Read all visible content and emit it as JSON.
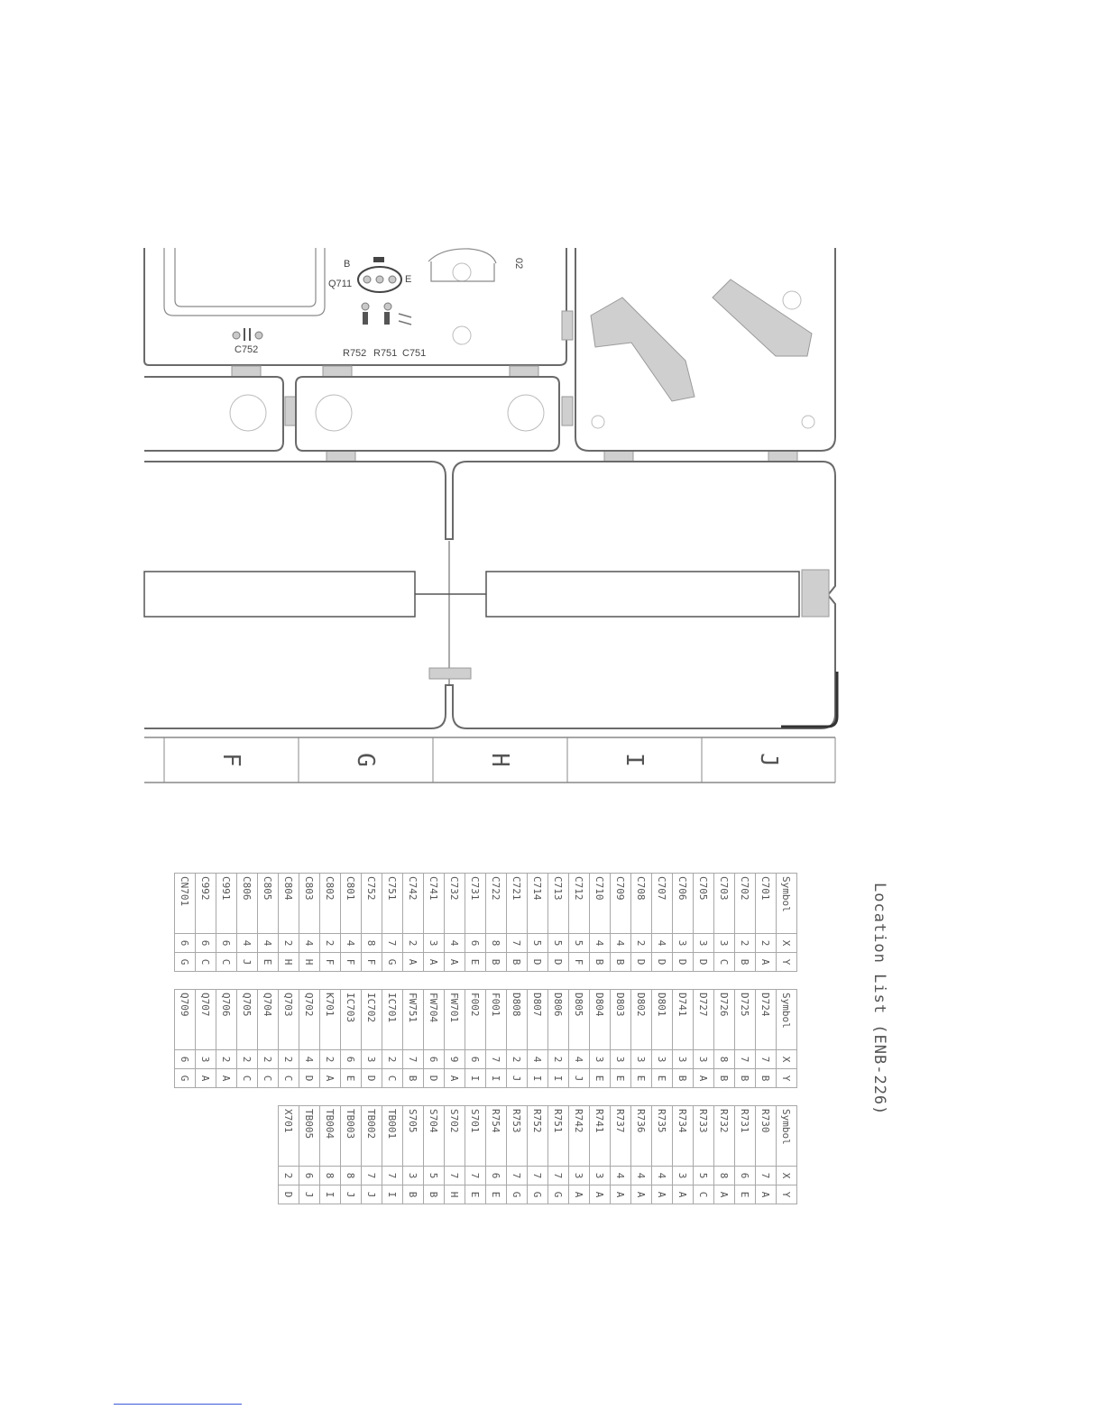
{
  "board": {
    "labels": {
      "b": "B",
      "e": "E",
      "q711": "Q711",
      "c752": "C752",
      "r752": "R752",
      "r751": "R751",
      "c751": "C751",
      "q02": "02"
    },
    "grid_columns": [
      "F",
      "G",
      "H",
      "I",
      "J"
    ]
  },
  "location_list": {
    "title": "Location List (ENB-226)",
    "headers": {
      "symbol": "Symbol",
      "x": "X",
      "y": "Y"
    },
    "table1": [
      [
        "C701",
        "2",
        "A"
      ],
      [
        "C702",
        "2",
        "B"
      ],
      [
        "C703",
        "3",
        "C"
      ],
      [
        "C705",
        "3",
        "D"
      ],
      [
        "C706",
        "3",
        "D"
      ],
      [
        "C707",
        "4",
        "D"
      ],
      [
        "C708",
        "2",
        "D"
      ],
      [
        "C709",
        "4",
        "B"
      ],
      [
        "C710",
        "4",
        "B"
      ],
      [
        "C712",
        "5",
        "F"
      ],
      [
        "C713",
        "5",
        "D"
      ],
      [
        "C714",
        "5",
        "D"
      ],
      [
        "C721",
        "7",
        "B"
      ],
      [
        "C722",
        "8",
        "B"
      ],
      [
        "C731",
        "6",
        "E"
      ],
      [
        "C732",
        "4",
        "A"
      ],
      [
        "C741",
        "3",
        "A"
      ],
      [
        "C742",
        "2",
        "A"
      ],
      [
        "C751",
        "7",
        "G"
      ],
      [
        "C752",
        "8",
        "F"
      ],
      [
        "C801",
        "4",
        "F"
      ],
      [
        "C802",
        "2",
        "F"
      ],
      [
        "C803",
        "4",
        "H"
      ],
      [
        "C804",
        "2",
        "H"
      ],
      [
        "C805",
        "4",
        "E"
      ],
      [
        "C806",
        "4",
        "J"
      ],
      [
        "C991",
        "6",
        "C"
      ],
      [
        "C992",
        "6",
        "C"
      ],
      [
        "CN701",
        "6",
        "G"
      ]
    ],
    "table2": [
      [
        "D724",
        "7",
        "B"
      ],
      [
        "D725",
        "7",
        "B"
      ],
      [
        "D726",
        "8",
        "B"
      ],
      [
        "D727",
        "3",
        "A"
      ],
      [
        "D741",
        "3",
        "B"
      ],
      [
        "D801",
        "3",
        "E"
      ],
      [
        "D802",
        "3",
        "E"
      ],
      [
        "D803",
        "3",
        "E"
      ],
      [
        "D804",
        "3",
        "E"
      ],
      [
        "D805",
        "4",
        "J"
      ],
      [
        "D806",
        "2",
        "I"
      ],
      [
        "D807",
        "4",
        "I"
      ],
      [
        "D808",
        "2",
        "J"
      ],
      [
        "F001",
        "7",
        "I"
      ],
      [
        "F002",
        "6",
        "I"
      ],
      [
        "FW701",
        "9",
        "A"
      ],
      [
        "FW704",
        "6",
        "D"
      ],
      [
        "FW751",
        "7",
        "B"
      ],
      [
        "IC701",
        "2",
        "C"
      ],
      [
        "IC702",
        "3",
        "D"
      ],
      [
        "IC703",
        "6",
        "E"
      ],
      [
        "K701",
        "2",
        "A"
      ],
      [
        "Q702",
        "4",
        "D"
      ],
      [
        "Q703",
        "2",
        "C"
      ],
      [
        "Q704",
        "2",
        "C"
      ],
      [
        "Q705",
        "2",
        "C"
      ],
      [
        "Q706",
        "2",
        "A"
      ],
      [
        "Q707",
        "3",
        "A"
      ],
      [
        "Q709",
        "6",
        "G"
      ]
    ],
    "table3": [
      [
        "R730",
        "7",
        "A"
      ],
      [
        "R731",
        "6",
        "E"
      ],
      [
        "R732",
        "8",
        "A"
      ],
      [
        "R733",
        "5",
        "C"
      ],
      [
        "R734",
        "3",
        "A"
      ],
      [
        "R735",
        "4",
        "A"
      ],
      [
        "R736",
        "4",
        "A"
      ],
      [
        "R737",
        "4",
        "A"
      ],
      [
        "R741",
        "3",
        "A"
      ],
      [
        "R742",
        "3",
        "A"
      ],
      [
        "R751",
        "7",
        "G"
      ],
      [
        "R752",
        "7",
        "G"
      ],
      [
        "R753",
        "7",
        "G"
      ],
      [
        "R754",
        "6",
        "E"
      ],
      [
        "S701",
        "7",
        "E"
      ],
      [
        "S702",
        "7",
        "H"
      ],
      [
        "S704",
        "5",
        "B"
      ],
      [
        "S705",
        "3",
        "B"
      ],
      [
        "TB001",
        "7",
        "I"
      ],
      [
        "TB002",
        "7",
        "J"
      ],
      [
        "TB003",
        "8",
        "J"
      ],
      [
        "TB004",
        "8",
        "I"
      ],
      [
        "TB005",
        "6",
        "J"
      ],
      [
        "X701",
        "2",
        "D"
      ]
    ]
  }
}
